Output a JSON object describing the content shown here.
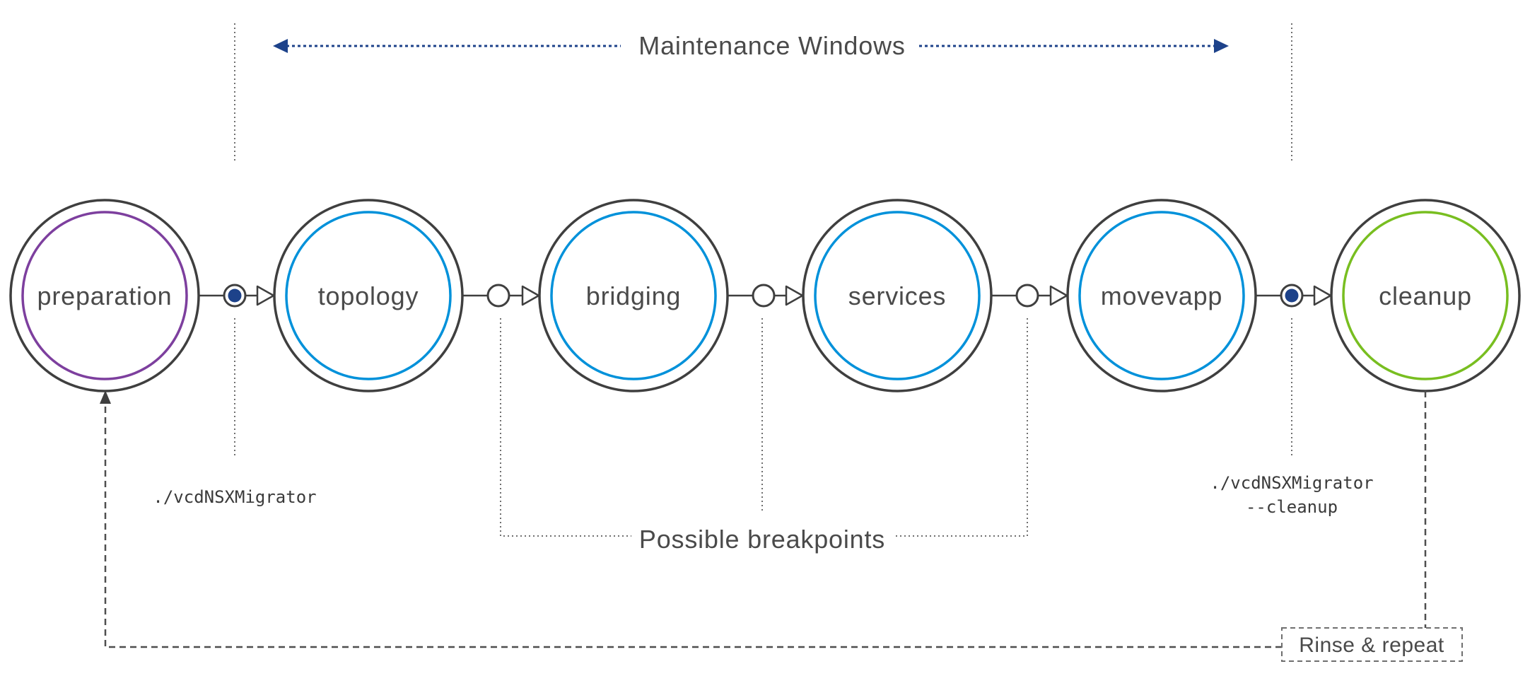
{
  "page": {
    "background": "#ffffff"
  },
  "colors": {
    "navy": "#1d428a",
    "outline": "#3f3f3f",
    "text": "#4a4a4a",
    "dotted_gray": "#6f6f6f",
    "stage_blue": "#0091da",
    "stage_purple": "#7d3f9e",
    "stage_green": "#78be20"
  },
  "maintenance_window": {
    "label": "Maintenance Windows"
  },
  "stages": [
    {
      "id": "preparation",
      "label": "preparation",
      "ring_color": "#7d3f9e"
    },
    {
      "id": "topology",
      "label": "topology",
      "ring_color": "#0091da"
    },
    {
      "id": "bridging",
      "label": "bridging",
      "ring_color": "#0091da"
    },
    {
      "id": "services",
      "label": "services",
      "ring_color": "#0091da"
    },
    {
      "id": "movevapp",
      "label": "movevapp",
      "ring_color": "#0091da"
    },
    {
      "id": "cleanup",
      "label": "cleanup",
      "ring_color": "#78be20"
    }
  ],
  "connectors": [
    {
      "from": "preparation",
      "to": "topology",
      "type": "command-start"
    },
    {
      "from": "topology",
      "to": "bridging",
      "type": "breakpoint"
    },
    {
      "from": "bridging",
      "to": "services",
      "type": "breakpoint"
    },
    {
      "from": "services",
      "to": "movevapp",
      "type": "breakpoint"
    },
    {
      "from": "movevapp",
      "to": "cleanup",
      "type": "command-start"
    }
  ],
  "annotations": {
    "possible_breakpoints": "Possible breakpoints",
    "command_left": "./vcdNSXMigrator",
    "command_right_line1": "./vcdNSXMigrator",
    "command_right_line2": "--cleanup",
    "rinse_repeat": "Rinse & repeat"
  }
}
